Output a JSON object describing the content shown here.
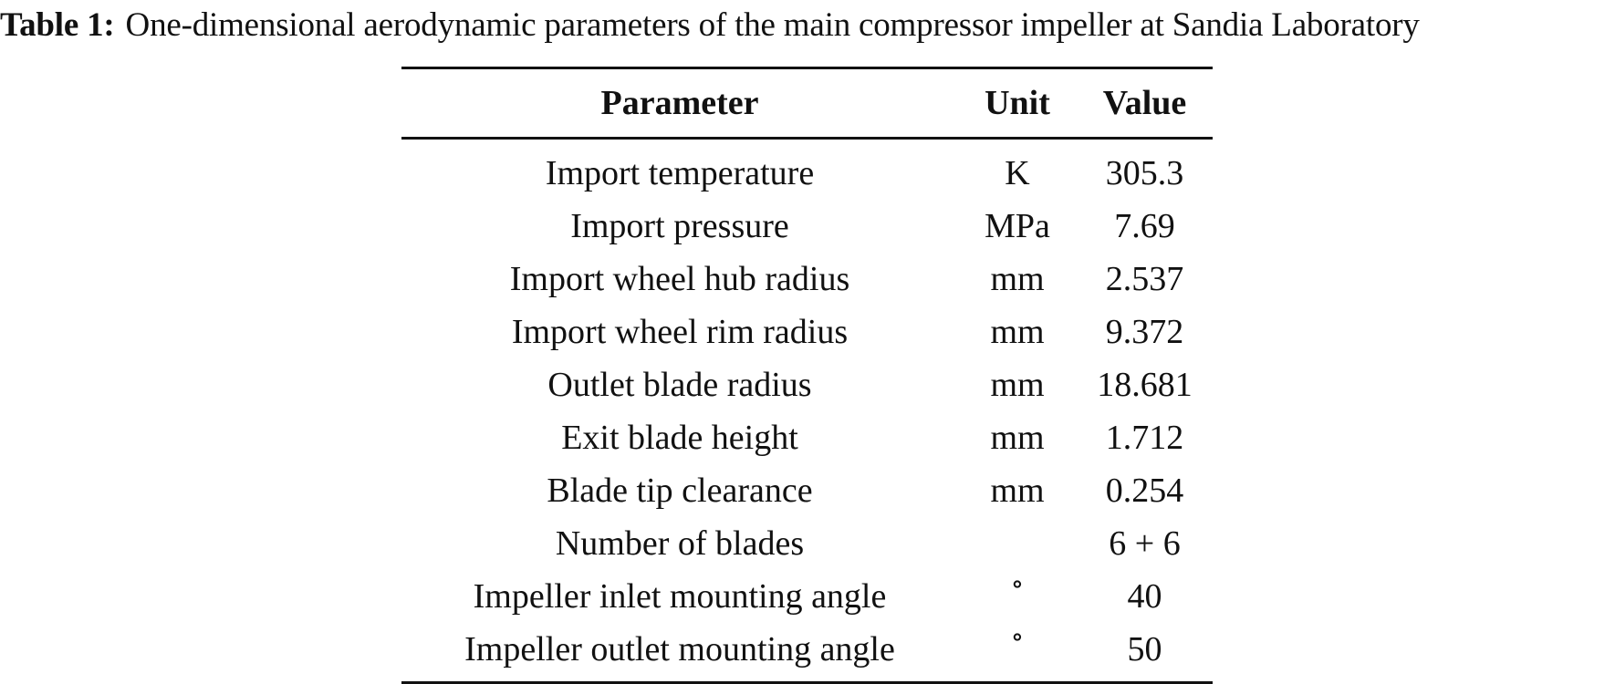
{
  "caption": {
    "label": "Table 1:",
    "text": "One-dimensional aerodynamic parameters of the main compressor impeller at Sandia Laboratory"
  },
  "table": {
    "headers": [
      "Parameter",
      "Unit",
      "Value"
    ],
    "rows": [
      {
        "parameter": "Import temperature",
        "unit": "K",
        "value": "305.3"
      },
      {
        "parameter": "Import pressure",
        "unit": "MPa",
        "value": "7.69"
      },
      {
        "parameter": "Import wheel hub radius",
        "unit": "mm",
        "value": "2.537"
      },
      {
        "parameter": "Import wheel rim radius",
        "unit": "mm",
        "value": "9.372"
      },
      {
        "parameter": "Outlet blade radius",
        "unit": "mm",
        "value": "18.681"
      },
      {
        "parameter": "Exit blade height",
        "unit": "mm",
        "value": "1.712"
      },
      {
        "parameter": "Blade tip clearance",
        "unit": "mm",
        "value": "0.254"
      },
      {
        "parameter": "Number of blades",
        "unit": "",
        "value": "6 + 6"
      },
      {
        "parameter": "Impeller inlet mounting angle",
        "unit": "∘",
        "value": "40"
      },
      {
        "parameter": "Impeller outlet mounting angle",
        "unit": "∘",
        "value": "50"
      }
    ]
  }
}
